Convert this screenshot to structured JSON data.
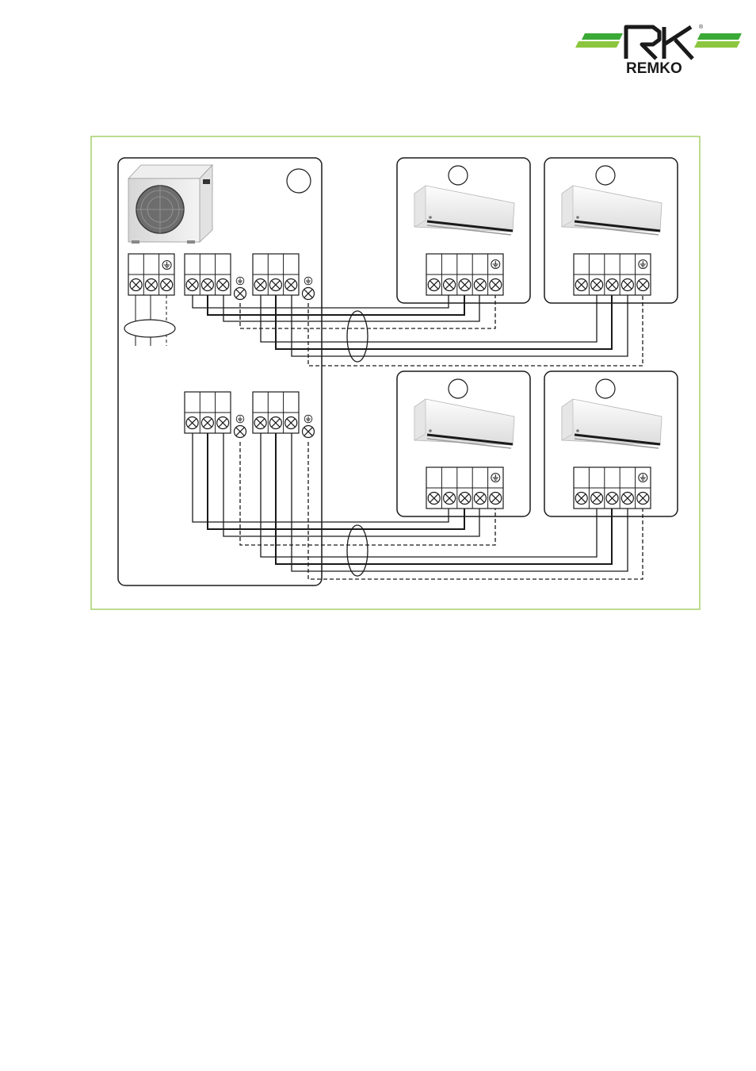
{
  "brand": {
    "name": "REMKO",
    "registered_mark": "®",
    "colors": {
      "green_dark": "#3aa935",
      "green_light": "#8cc63f",
      "ink": "#1a1a1a"
    }
  },
  "diagram": {
    "frame_color": "#a6cf6b",
    "outdoor_unit": {
      "icon": "outdoor-condenser-icon",
      "circle_label": "",
      "power_terminal": {
        "positions": 3,
        "earth_symbol": "⏚"
      },
      "upper_terminals": [
        {
          "positions": 3,
          "earth_symbol": "⏚"
        },
        {
          "positions": 3,
          "earth_symbol": "⏚"
        }
      ],
      "lower_terminals": [
        {
          "positions": 3,
          "earth_symbol": "⏚"
        },
        {
          "positions": 3,
          "earth_symbol": "⏚"
        }
      ]
    },
    "indoor_units": [
      {
        "id": "indoor-1",
        "icon": "wall-split-unit-icon",
        "circle_label": "",
        "positions": 5,
        "earth_symbol": "⏚"
      },
      {
        "id": "indoor-2",
        "icon": "wall-split-unit-icon",
        "circle_label": "",
        "positions": 5,
        "earth_symbol": "⏚"
      },
      {
        "id": "indoor-3",
        "icon": "wall-split-unit-icon",
        "circle_label": "",
        "positions": 5,
        "earth_symbol": "⏚"
      },
      {
        "id": "indoor-4",
        "icon": "wall-split-unit-icon",
        "circle_label": "",
        "positions": 5,
        "earth_symbol": "⏚"
      }
    ],
    "line_styles": {
      "solid": "conductor",
      "dashed": "earth"
    }
  }
}
